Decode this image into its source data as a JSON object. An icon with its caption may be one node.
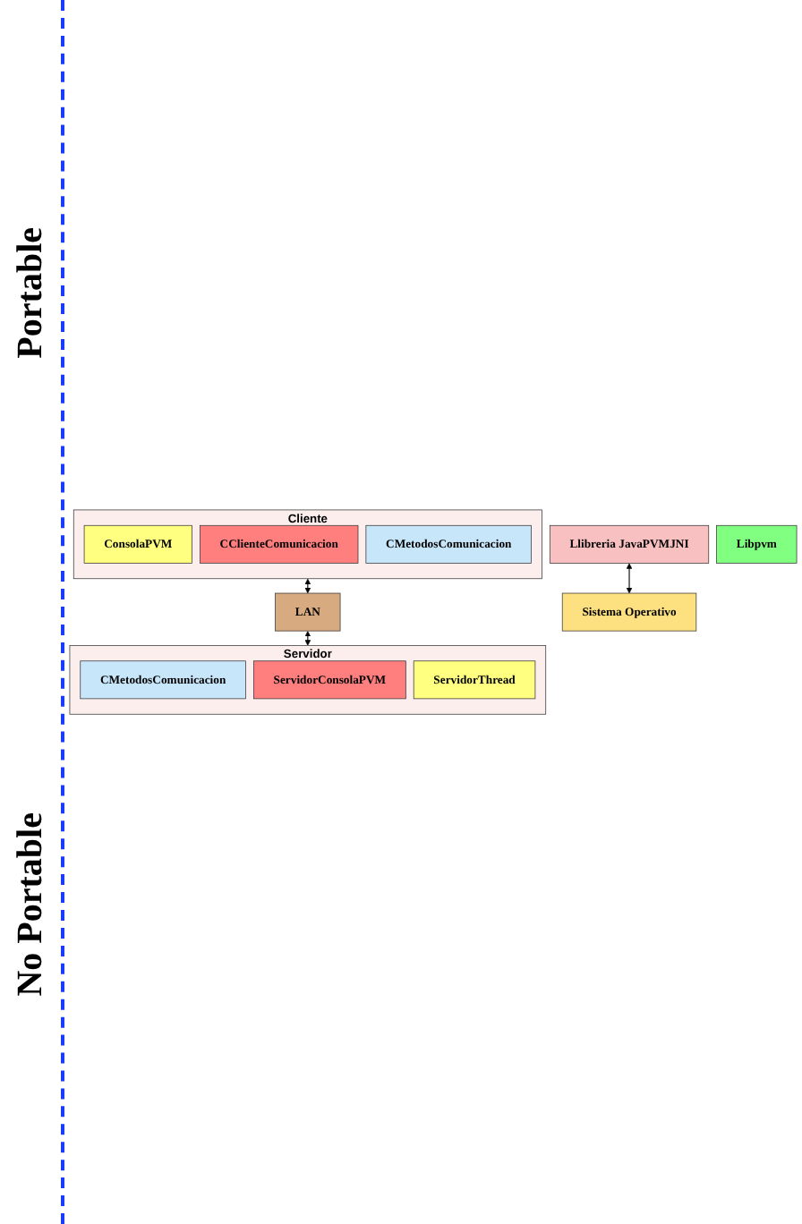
{
  "diagram": {
    "nodes": [
      {
        "text": [
          "Cliente"
        ]
      },
      {
        "text": [
          "ConsolaPVM"
        ],
        "in": 0
      },
      {
        "text": [
          "CClienteComunicacion"
        ],
        "in": 0
      },
      {
        "text": [
          "CMetodosComunicacion"
        ],
        "in": 0
      },
      {
        "text": [
          "LAN"
        ]
      },
      {
        "text": [
          "Servidor"
        ]
      },
      {
        "text": [
          "CMetodosComunicacion"
        ],
        "in": 5
      },
      {
        "text": [
          "ServidorConsolaPVM"
        ],
        "in": 5
      },
      {
        "text": [
          "ServidorThread"
        ],
        "in": 5
      },
      {
        "text": [
          "Llibreria JavaPVMJNI"
        ]
      },
      {
        "text": [
          "Libpvm"
        ]
      },
      {
        "text": [
          "Sistema Operativo"
        ]
      }
    ],
    "edges": [
      {
        "from": 0,
        "to": 4,
        "arrow": "both"
      },
      {
        "from": 4,
        "to": 5,
        "arrow": "both"
      },
      {
        "from": 9,
        "to": 11,
        "arrow": "both"
      }
    ],
    "labels": [
      "Portable",
      "No Portable"
    ]
  }
}
